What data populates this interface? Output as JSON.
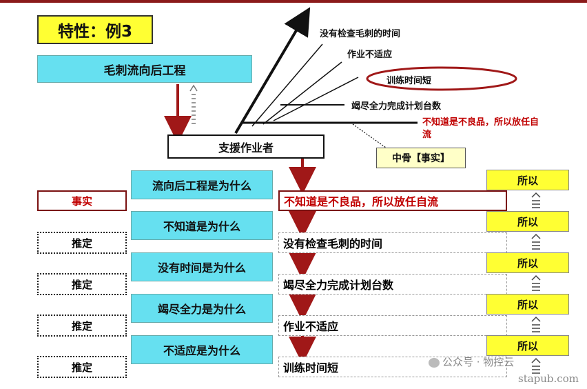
{
  "title": "特性：例3",
  "header_box": "毛刺流向后工程",
  "support_box": "支援作业者",
  "bone_label": "中骨【事实】",
  "fishbone_causes": [
    {
      "text": "没有检查毛刺的时间",
      "highlight": false
    },
    {
      "text": "作业不适应",
      "highlight": false
    },
    {
      "text": "训练时间短",
      "highlight": true
    },
    {
      "text": "竭尽全力完成计划台数",
      "highlight": false
    }
  ],
  "fishbone_fact": {
    "line1": "不知道是不良品，所以放任自",
    "line2": "流"
  },
  "rows": [
    {
      "question": "流向后工程是为什么",
      "left": "事实",
      "answer": "不知道是不良品，所以放任自流",
      "so": "所以"
    },
    {
      "question": "不知道是为什么",
      "left": "推定",
      "answer": "没有检查毛刺的时间",
      "so": "所以"
    },
    {
      "question": "没有时间是为什么",
      "left": "推定",
      "answer": "竭尽全力完成计划台数",
      "so": "所以"
    },
    {
      "question": "竭尽全力是为什么",
      "left": "推定",
      "answer": "作业不适应",
      "so": "所以"
    },
    {
      "question": "不适应是为什么",
      "left": "推定",
      "answer": "训练时间短",
      "so": "所以"
    }
  ],
  "watermark": {
    "account": "公众号 · 物控云",
    "site": "stapub.com"
  },
  "colors": {
    "accent_red": "#a01818",
    "question_bg": "#66e0f0",
    "so_bg": "#ffff33",
    "bar": "#8b1a1a"
  }
}
